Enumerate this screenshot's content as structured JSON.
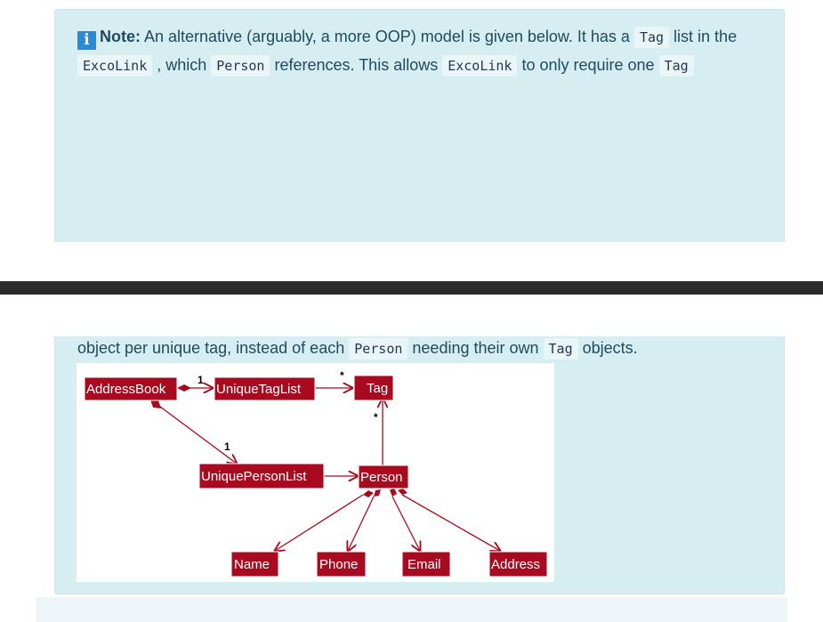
{
  "note": {
    "icon": "info-icon",
    "label": "Note:",
    "segments_top": [
      {
        "t": "text",
        "v": " An alternative (arguably, a more OOP) model is given below. It has a "
      },
      {
        "t": "code",
        "v": "Tag"
      },
      {
        "t": "text",
        "v": " list in the "
      },
      {
        "t": "code",
        "v": "ExcoLink"
      },
      {
        "t": "text",
        "v": " , which "
      },
      {
        "t": "code",
        "v": "Person"
      },
      {
        "t": "text",
        "v": " references. This allows "
      },
      {
        "t": "code",
        "v": "ExcoLink"
      },
      {
        "t": "text",
        "v": " to only require one "
      },
      {
        "t": "code",
        "v": "Tag"
      }
    ],
    "segments_bottom": [
      {
        "t": "text",
        "v": "object per unique tag, instead of each "
      },
      {
        "t": "code",
        "v": "Person"
      },
      {
        "t": "text",
        "v": " needing their own "
      },
      {
        "t": "code",
        "v": "Tag"
      },
      {
        "t": "text",
        "v": " objects."
      }
    ]
  },
  "diagram": {
    "classes": {
      "address_book": "AddressBook",
      "unique_tag_list": "UniqueTagList",
      "tag": "Tag",
      "unique_person_list": "UniquePersonList",
      "person": "Person",
      "name": "Name",
      "phone": "Phone",
      "email": "Email",
      "address": "Address"
    },
    "multiplicities": {
      "book_to_taglist": "1",
      "taglist_to_tag": "*",
      "person_to_tag": "*",
      "book_to_personlist": "1"
    }
  },
  "colors": {
    "callout_bg": "#d6edf2",
    "class_fill": "#a80b20",
    "divider": "#2b2b2b"
  }
}
